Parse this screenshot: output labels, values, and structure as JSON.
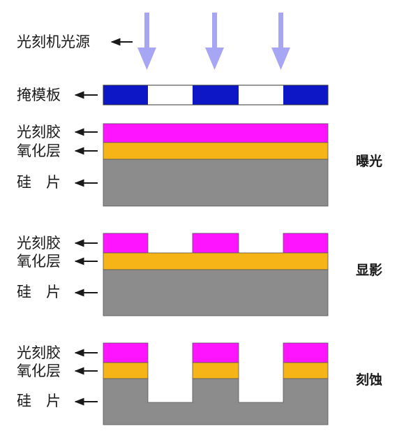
{
  "colors": {
    "light_arrow": "#a6a6f5",
    "mask_dark": "#0d17c6",
    "mask_light": "#ffffff",
    "photoresist": "#ff14ff",
    "oxide": "#f7b417",
    "silicon": "#8c8c8c",
    "outline": "#333333"
  },
  "labels": {
    "light_source": "光刻机光源",
    "mask": "掩模板",
    "photoresist": "光刻胶",
    "oxide": "氧化层",
    "wafer": "硅　片"
  },
  "stages": {
    "exposure": "曝光",
    "development": "显影",
    "etching": "刻蚀"
  }
}
